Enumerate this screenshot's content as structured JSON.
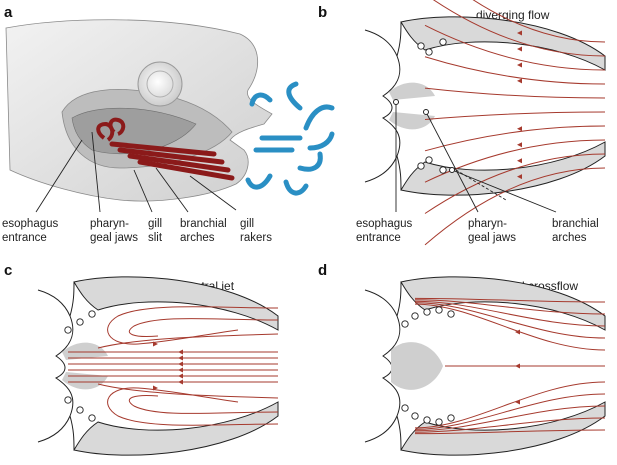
{
  "panels": {
    "a": {
      "letter": "a",
      "labels": {
        "esophagus": [
          "esophagus",
          "entrance"
        ],
        "pharyngeal": [
          "pharyn-",
          "geal jaws"
        ],
        "gill_slit": [
          "gill",
          "slit"
        ],
        "branchial": [
          "branchial",
          "arches"
        ],
        "gill_rakers": [
          "gill",
          "rakers"
        ]
      }
    },
    "b": {
      "letter": "b",
      "title": "diverging flow",
      "labels": {
        "esophagus": [
          "esophagus",
          "entrance"
        ],
        "pharyngeal": [
          "pharyn-",
          "geal jaws"
        ],
        "branchial": [
          "branchial",
          "arches"
        ]
      }
    },
    "c": {
      "letter": "c",
      "title": "central jet"
    },
    "d": {
      "letter": "d",
      "title": "branchial crossflow"
    }
  },
  "colors": {
    "flow_lines": "#a63a2e",
    "water_arrows": "#2a8fc4",
    "gill_arches": "#8b1a1a",
    "lip_fill": "#d9d9d9",
    "fish_body": "#e6e6e6"
  },
  "icons": {
    "fish": "fish-head-3d-model",
    "water_arrow": "curved-blue-arrow",
    "gill_arch": "red-gill-arch-rod"
  }
}
